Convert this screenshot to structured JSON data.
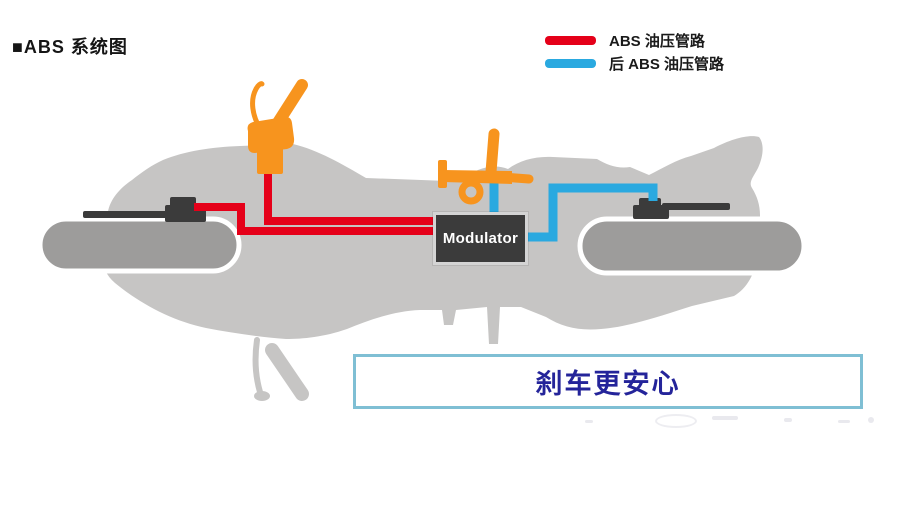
{
  "title": "■ABS 系统图",
  "legend": {
    "items": [
      {
        "label": "ABS 油压管路",
        "color": "#e50019"
      },
      {
        "label": "后 ABS 油压管路",
        "color": "#2aa9e0"
      }
    ]
  },
  "diagram": {
    "modulator_label": "Modulator",
    "front_line_color": "#e50019",
    "rear_line_color": "#2aa9e0",
    "control_color": "#f7941e",
    "body_color": "#c6c5c4",
    "wheel_color": "#9d9c9b",
    "hardware_color": "#3b3b3b"
  },
  "message_box": {
    "text": "刹车更安心"
  }
}
